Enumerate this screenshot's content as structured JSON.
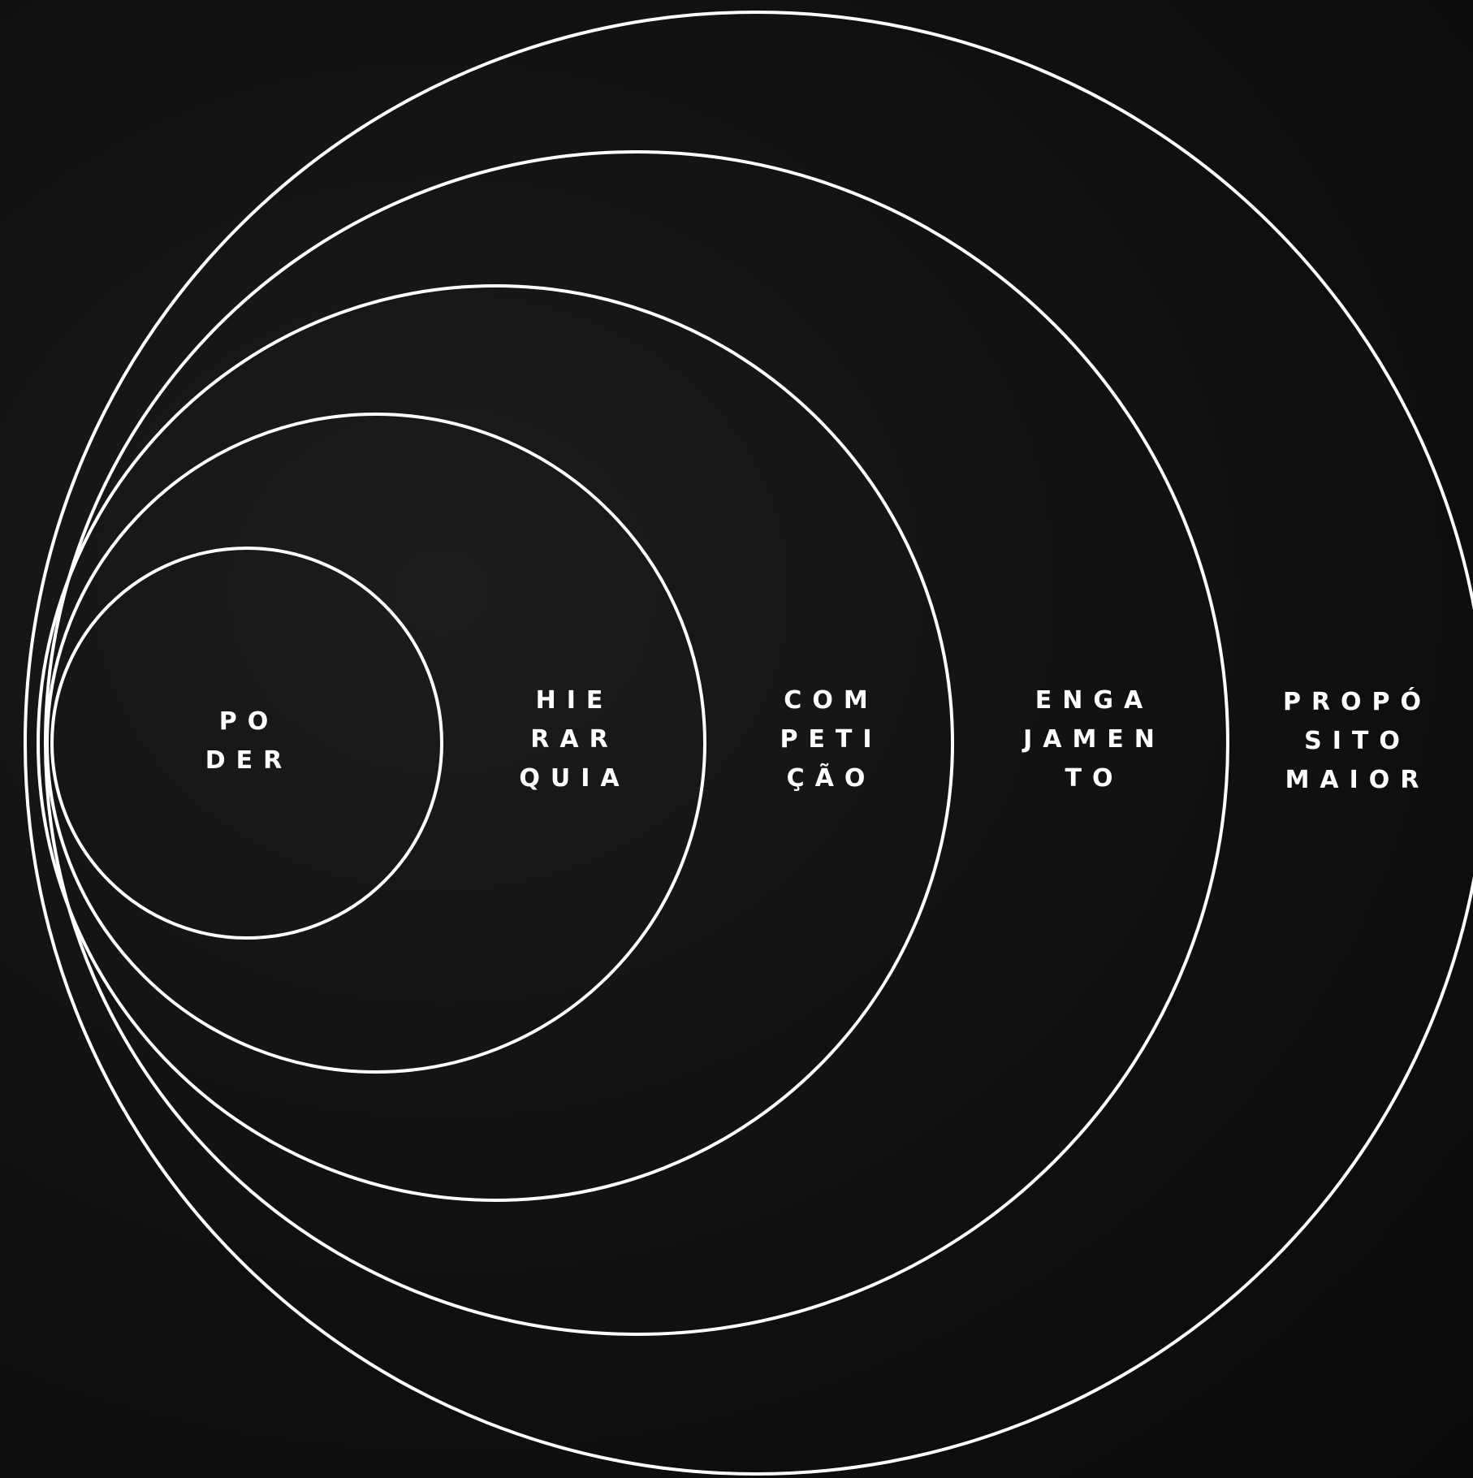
{
  "background_color": "#0e0e0e",
  "ring_color": "#ffffff",
  "text_color": "#ffffff",
  "rings": [
    {
      "name": "ring-poder",
      "lines": [
        "PO",
        "DER"
      ]
    },
    {
      "name": "ring-hierarquia",
      "lines": [
        "HIE",
        "RAR",
        "QUIA"
      ]
    },
    {
      "name": "ring-competicao",
      "lines": [
        "COM",
        "PETI",
        "ÇÃO"
      ]
    },
    {
      "name": "ring-engajamento",
      "lines": [
        "ENGA",
        "JAMEN",
        "TO"
      ]
    },
    {
      "name": "ring-proposito",
      "lines": [
        "PROPÓ",
        "SITO",
        "MAIOR"
      ]
    }
  ]
}
